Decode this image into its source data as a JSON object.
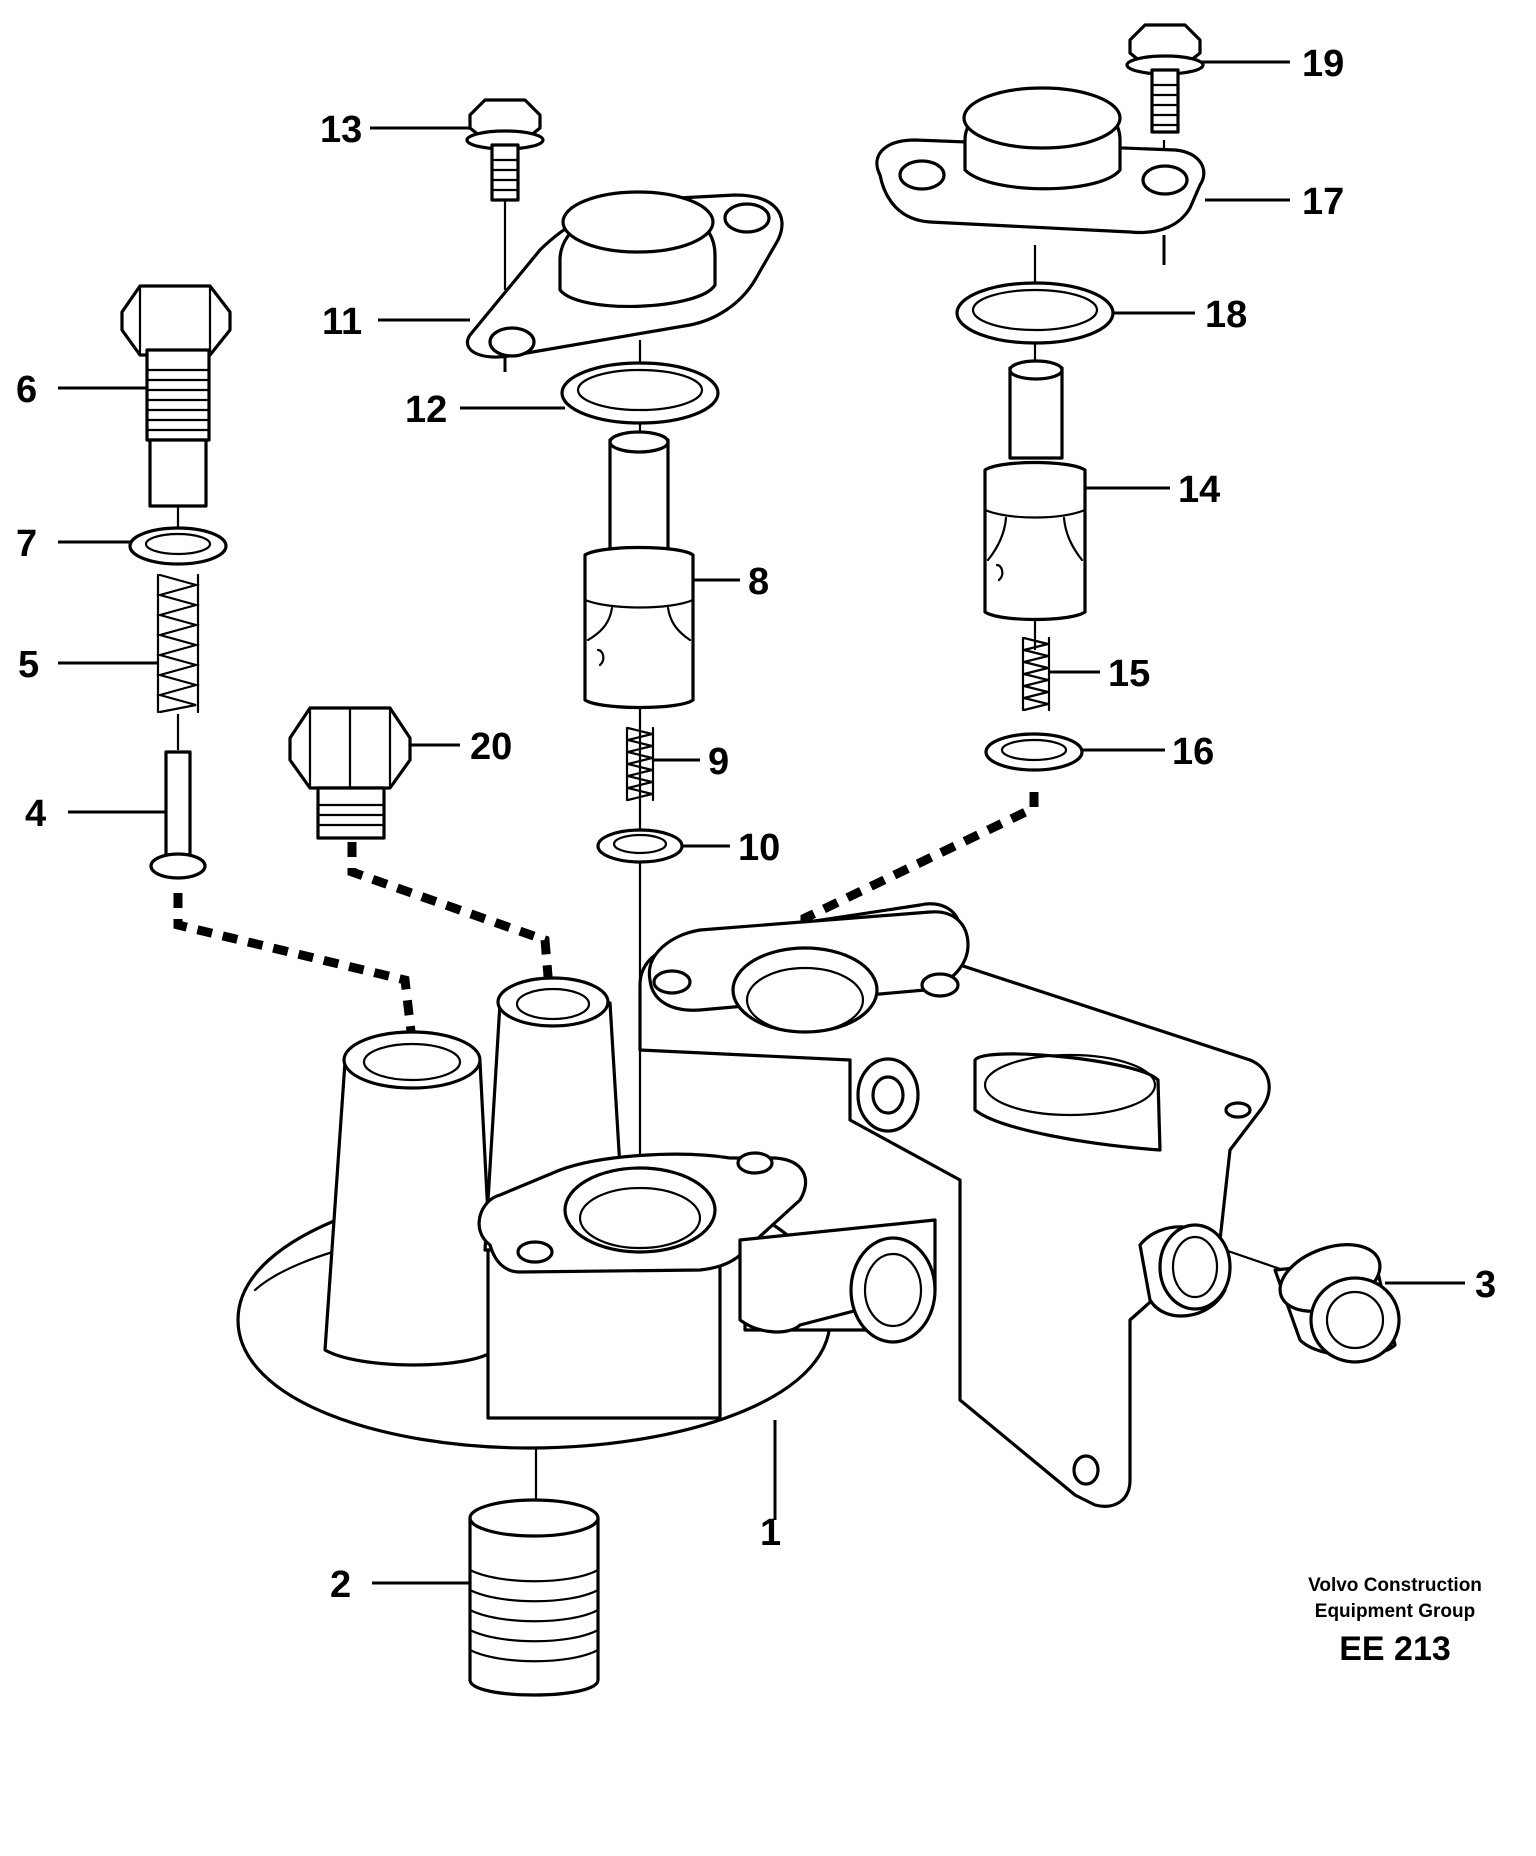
{
  "diagram": {
    "callouts": [
      "1",
      "2",
      "3",
      "4",
      "5",
      "6",
      "7",
      "8",
      "9",
      "10",
      "11",
      "12",
      "13",
      "14",
      "15",
      "16",
      "17",
      "18",
      "19",
      "20"
    ]
  },
  "footer": {
    "company_line1": "Volvo Construction",
    "company_line2": "Equipment Group",
    "figure_code": "EE 213"
  }
}
